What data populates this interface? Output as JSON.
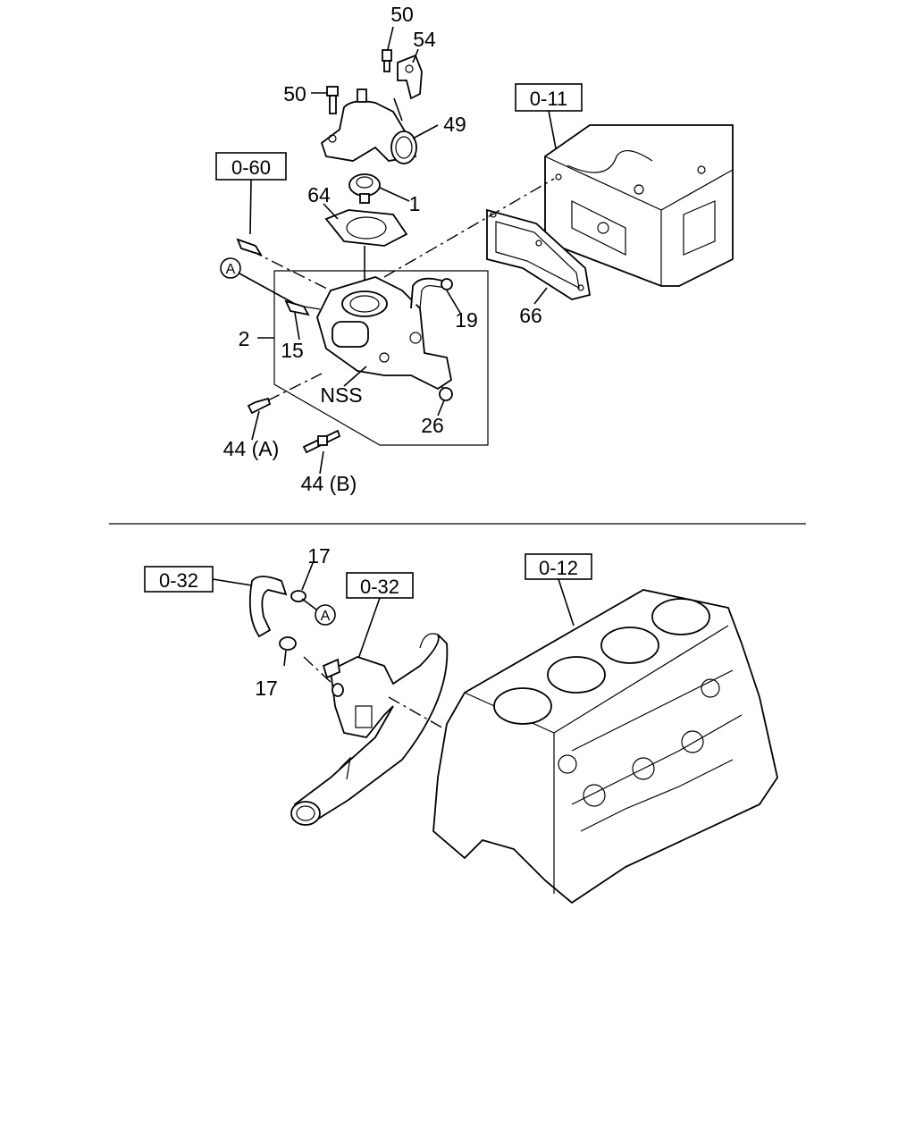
{
  "callouts": {
    "c50a": "50",
    "c54": "54",
    "c50b": "50",
    "c49": "49",
    "c64": "64",
    "c1": "1",
    "c2": "2",
    "c15": "15",
    "c19": "19",
    "c66": "66",
    "cNSS": "NSS",
    "c26": "26",
    "c44a": "44 (A)",
    "c44b": "44 (B)",
    "c17a": "17",
    "c17b": "17"
  },
  "refs": {
    "r011": "0-11",
    "r060": "0-60",
    "r032a": "0-32",
    "r032b": "0-32",
    "r012": "0-12"
  },
  "circled": {
    "a1": "A",
    "a2": "A"
  },
  "colors": {
    "line": "#000000",
    "background": "#ffffff"
  }
}
